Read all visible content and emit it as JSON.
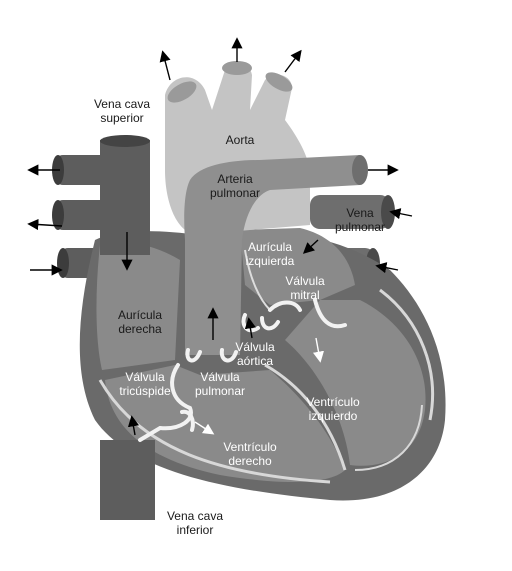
{
  "diagram": {
    "labels": {
      "vena_cava_superior": "Vena cava\nsuperior",
      "aorta": "Aorta",
      "arteria_pulmonar": "Arteria\npulmonar",
      "vena_pulmonar": "Vena\npulmonar",
      "auricula_izquierda": "Aurícula\nizquierda",
      "valvula_mitral": "Válvula\nmitral",
      "auricula_derecha": "Aurícula\nderecha",
      "valvula_aortica": "Válvula\naórtica",
      "valvula_tricuspide": "Válvula\ntricúspide",
      "valvula_pulmonar": "Válvula\npulmonar",
      "ventriculo_izquierdo": "Ventrículo\nizquierdo",
      "ventriculo_derecho": "Ventrículo\nderecho",
      "vena_cava_inferior": "Vena cava\ninferior"
    },
    "colors": {
      "background": "#ffffff",
      "vessel_dark": "#5d5d5d",
      "vessel_light": "#c4c4c4",
      "chamber": "#8a8a8a",
      "wall": "#6a6a6a",
      "valve": "#f2f2f2",
      "arrow": "#000000"
    }
  }
}
